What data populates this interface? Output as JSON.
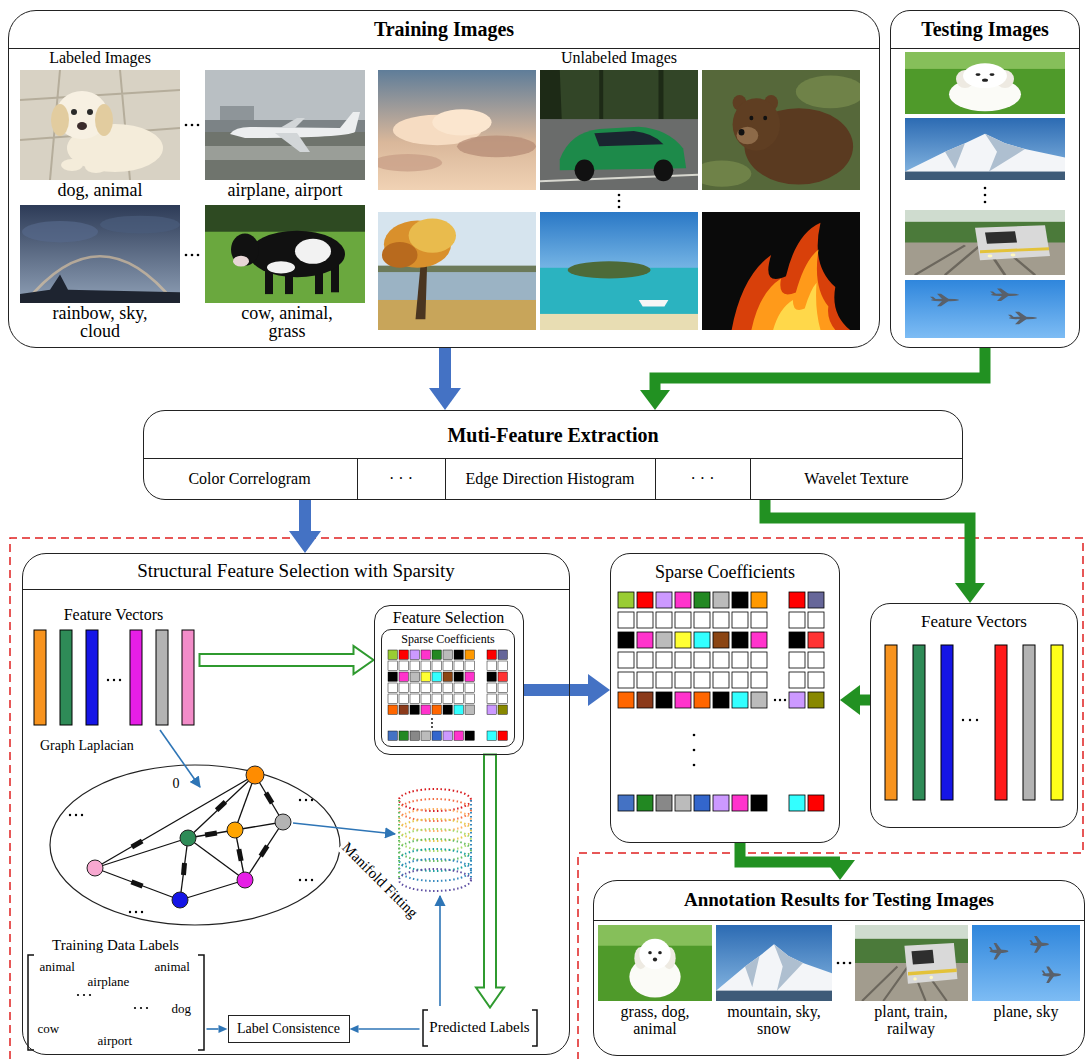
{
  "diagram": {
    "nodes": [
      {
        "text": [
          "Training Images"
        ]
      },
      {
        "text": [
          "Testing Images"
        ]
      },
      {
        "text": [
          "Muti-Feature Extraction"
        ]
      },
      {
        "text": [
          "Color Correlogram"
        ],
        "in": 2
      },
      {
        "text": [
          "· · ·"
        ],
        "in": 2
      },
      {
        "text": [
          "Edge Direction Histogram"
        ],
        "in": 2
      },
      {
        "text": [
          "· · ·"
        ],
        "in": 2
      },
      {
        "text": [
          "Wavelet Texture"
        ],
        "in": 2
      },
      {
        "text": [
          "Structural Feature Selection with Sparsity"
        ]
      },
      {
        "text": [
          "Feature Vectors"
        ],
        "in": 8
      },
      {
        "text": [
          "Feature Selection"
        ],
        "in": 8
      },
      {
        "text": [
          "Sparse Coefficients"
        ],
        "in": 10
      },
      {
        "text": [
          "Training Data Labels",
          "animal",
          "airplane",
          "animal",
          "dog",
          "cow",
          "airport"
        ],
        "in": 8
      },
      {
        "text": [
          "Label Consistence"
        ],
        "in": 8
      },
      {
        "text": [
          "Predicted Labels"
        ],
        "in": 8
      },
      {
        "text": [
          "Sparse Coefficients"
        ]
      },
      {
        "text": [
          "Feature Vectors"
        ]
      },
      {
        "text": [
          "Annotation Results for Testing Images"
        ]
      }
    ],
    "edges": [
      {
        "from": 0,
        "to": 2,
        "arrow": "to"
      },
      {
        "from": 1,
        "to": 2,
        "arrow": "to"
      },
      {
        "from": 2,
        "to": 8,
        "arrow": "to"
      },
      {
        "from": 2,
        "to": 16,
        "arrow": "to"
      },
      {
        "from": 9,
        "to": 10,
        "arrow": "to"
      },
      {
        "from": 10,
        "to": 15,
        "arrow": "to"
      },
      {
        "from": 16,
        "to": 15,
        "arrow": "to"
      },
      {
        "from": 10,
        "to": 14,
        "arrow": "to"
      },
      {
        "from": 14,
        "to": 13,
        "arrow": "to"
      },
      {
        "from": 12,
        "to": 13,
        "arrow": "to"
      },
      {
        "from": 15,
        "to": 17,
        "arrow": "to"
      }
    ],
    "labels": [
      "Labeled Images",
      "Unlabeled Images",
      "dog, animal",
      "airplane, airport",
      "rainbow, sky, cloud",
      "cow, animal, grass",
      "Graph Laplacian",
      "0",
      "Manifold Fitting",
      "grass, dog, animal",
      "mountain, sky, snow",
      "plant, train, railway",
      "plane, sky"
    ]
  }
}
